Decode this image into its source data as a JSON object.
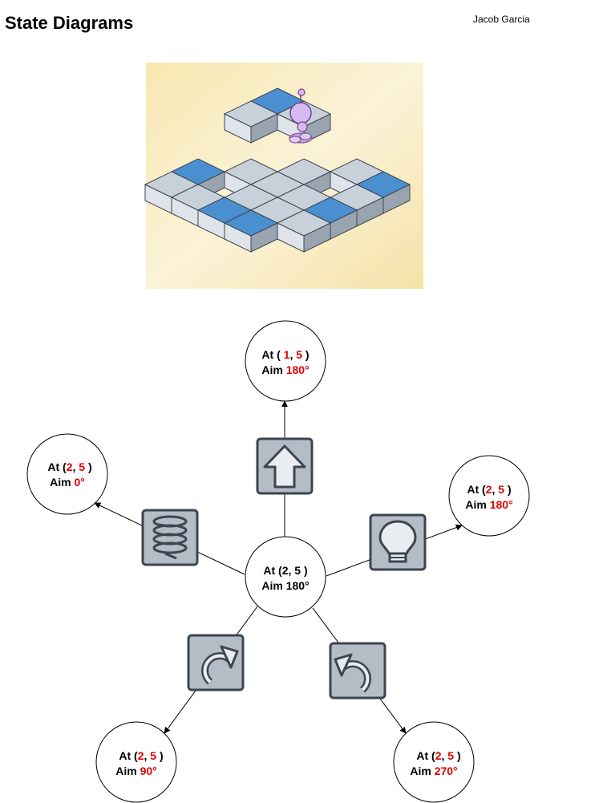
{
  "header": {
    "title": "State Diagrams",
    "author": "Jacob Garcia"
  },
  "colors": {
    "highlight": "#e00000",
    "tile_blue": "#4a90d0",
    "tile_gray": "#c8d0da",
    "icon_fill": "#b4bcc6",
    "icon_border": "#3c4650"
  },
  "illustration": {
    "name": "isometric-grid-robot",
    "description_icon": "robot-on-blocks"
  },
  "center_state": {
    "line1_prefix": "At (2, 5 )",
    "line2_prefix": "Aim 180°"
  },
  "states": [
    {
      "id": "up",
      "at_open": "At ( ",
      "x": "1",
      "sep": ", ",
      "y": "5",
      "at_close": " )",
      "aim_label": "Aim ",
      "aim": "180°",
      "icon": "arrow-up-icon"
    },
    {
      "id": "jump",
      "at_open": "At (",
      "x": "2",
      "sep": ", ",
      "y": "5",
      "at_close": " )",
      "aim_label": "Aim ",
      "aim": "0°",
      "icon": "spring-icon"
    },
    {
      "id": "light",
      "at_open": "At (",
      "x": "2",
      "sep": ", ",
      "y": "5",
      "at_close": " )",
      "aim_label": "Aim ",
      "aim": "180°",
      "icon": "lightbulb-icon"
    },
    {
      "id": "turn-right",
      "at_open": "At (",
      "x": "2",
      "sep": ", ",
      "y": "5",
      "at_close": " )",
      "aim_label": "Aim ",
      "aim": "90°",
      "icon": "turn-right-icon"
    },
    {
      "id": "turn-left",
      "at_open": "At (",
      "x": "2",
      "sep": ", ",
      "y": "5",
      "at_close": " )",
      "aim_label": "Aim ",
      "aim": "270°",
      "icon": "turn-left-icon"
    }
  ]
}
